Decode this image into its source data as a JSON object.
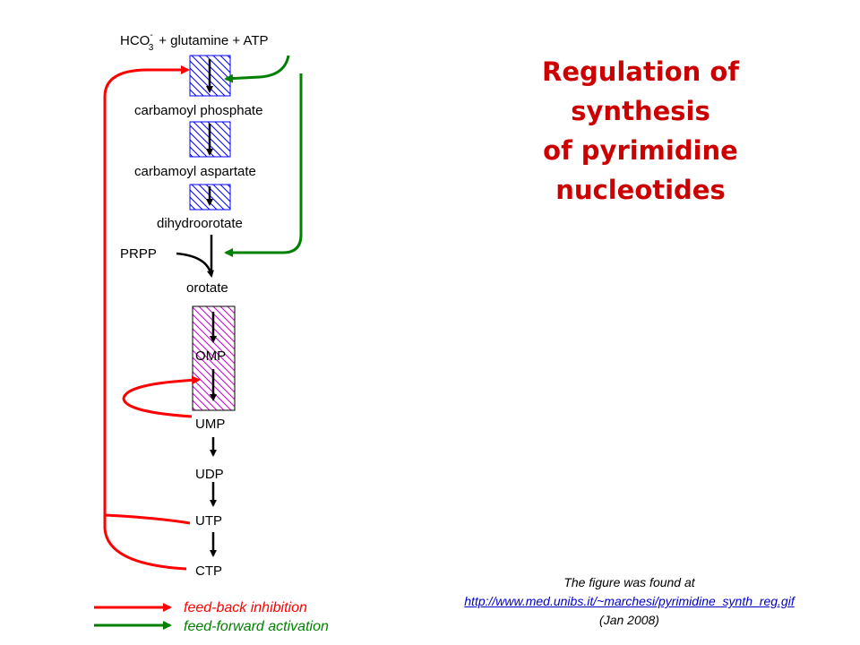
{
  "title_lines": [
    "Regulation of",
    "synthesis",
    "of pyrimidine",
    "nucleotides"
  ],
  "pathway": {
    "hco3": "HCO",
    "hco3_sup": "-",
    "hco3_sub": "3",
    "substrates": "+ glutamine + ATP",
    "carbamoyl_phosphate": "carbamoyl phosphate",
    "carbamoyl_aspartate": "carbamoyl aspartate",
    "dihydroorotate": "dihydroorotate",
    "prpp": "PRPP",
    "orotate": "orotate",
    "omp": "OMP",
    "ump": "UMP",
    "udp": "UDP",
    "utp": "UTP",
    "ctp": "CTP"
  },
  "legend": {
    "inhibition": "feed-back inhibition",
    "activation": "feed-forward activation"
  },
  "credit": {
    "line1": "The figure was found at",
    "url": "http://www.med.unibs.it/~marchesi/pyrimidine_synth_reg.gif",
    "date": "(Jan 2008)"
  },
  "colors": {
    "inhibition": "#ff0000",
    "activation": "#008000",
    "enzyme_box_blue": "#0000ff",
    "enzyme_box_magenta": "#cc00cc",
    "title": "#cc0000"
  }
}
